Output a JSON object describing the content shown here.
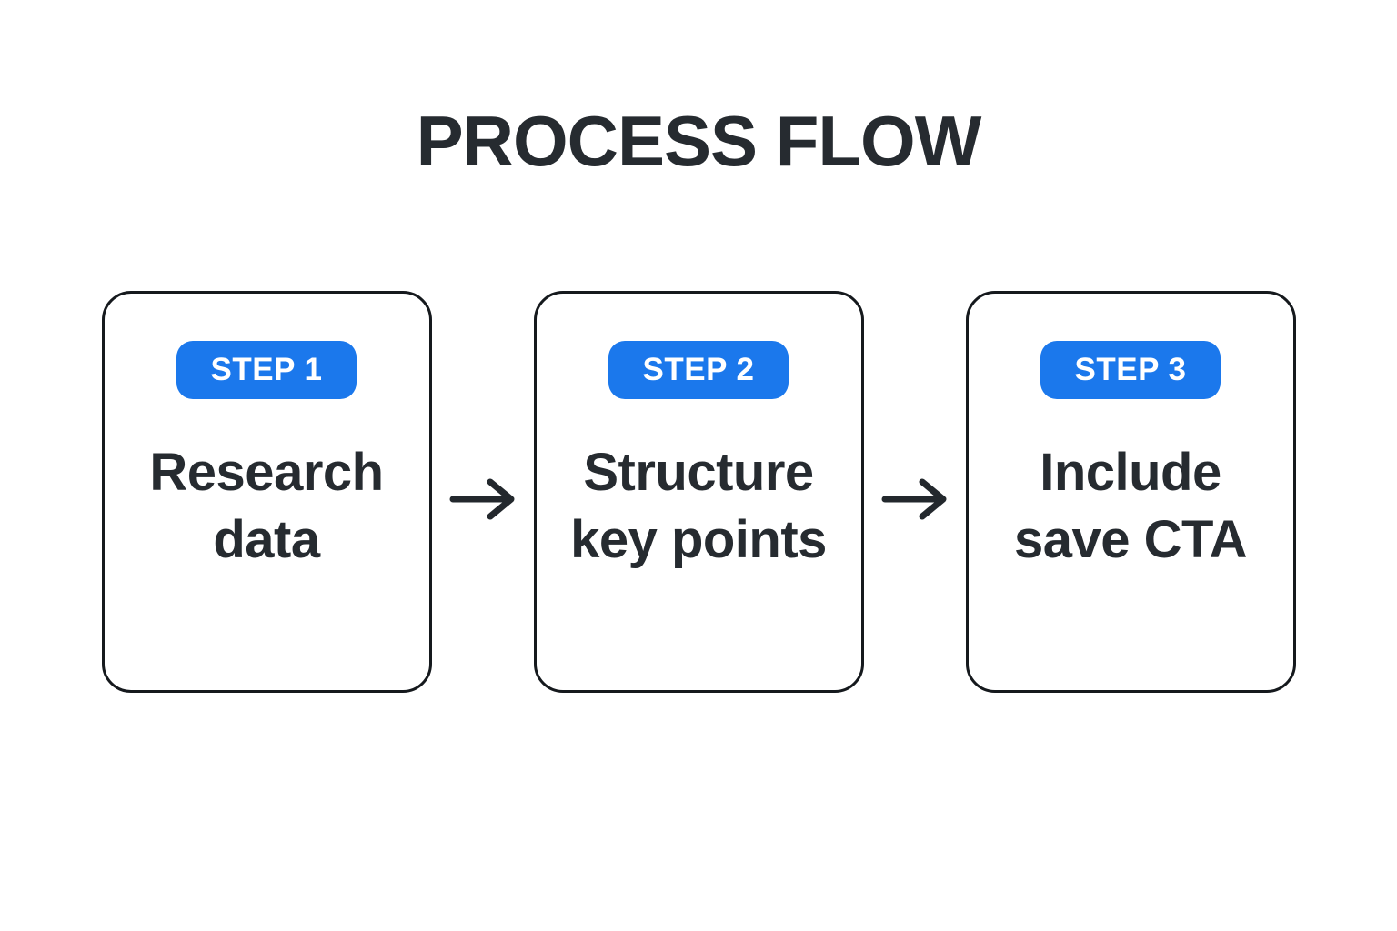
{
  "title": "PROCESS FLOW",
  "colors": {
    "background": "#ffffff",
    "ink": "#262b30",
    "card_border": "#15191d",
    "badge_background": "#1b78ec",
    "badge_text": "#ffffff",
    "arrow": "#23282d"
  },
  "steps": [
    {
      "badge": "STEP 1",
      "line1": "Research",
      "line2": "data"
    },
    {
      "badge": "STEP 2",
      "line1": "Structure",
      "line2": "key points"
    },
    {
      "badge": "STEP 3",
      "line1": "Include",
      "line2": "save CTA"
    }
  ],
  "icons": {
    "arrow_right": "→"
  }
}
